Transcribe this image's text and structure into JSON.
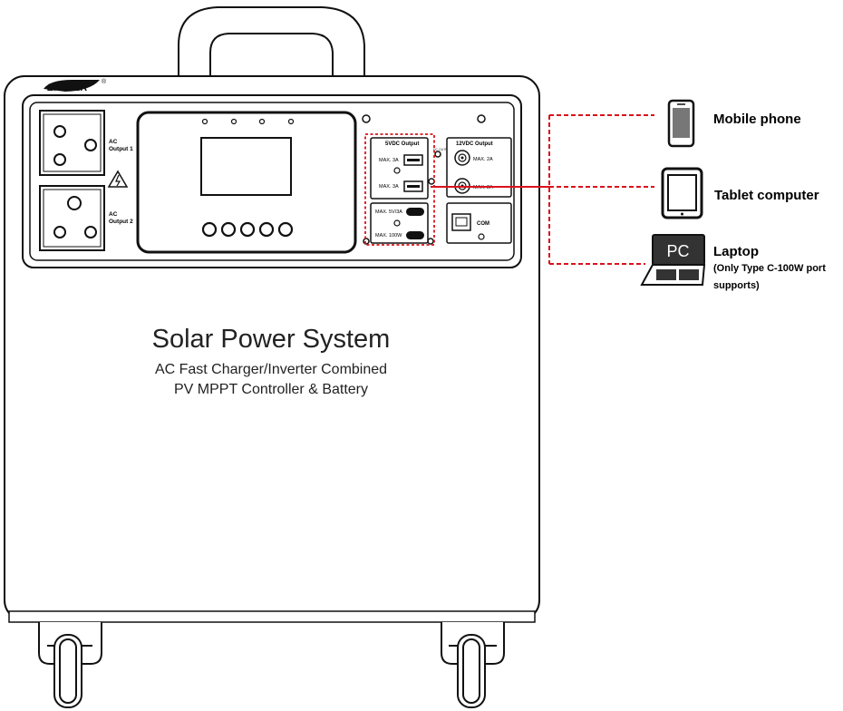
{
  "brand": "EPEVER",
  "brand_mark": "®",
  "device": {
    "title": "Solar Power System",
    "subtitle_line1": "AC Fast Charger/Inverter Combined",
    "subtitle_line2": "PV MPPT Controller & Battery"
  },
  "panel": {
    "ac_output_1": [
      "AC",
      "Output 1"
    ],
    "ac_output_2": [
      "AC",
      "Output 2"
    ],
    "vdc5_title": "5VDC Output",
    "usb_a1_label": "MAX. 3A",
    "usb_a2_label": "MAX. 3A",
    "typec1_label": "MAX. 5V/3A",
    "typec2_label": "MAX. 100W",
    "small_label": "DC OUTPUT",
    "vdc12_title": "12VDC Output",
    "dc1_label": "MAX. 2A",
    "dc2_label": "MAX. 2A",
    "com_label": "COM"
  },
  "devices": {
    "mobile": "Mobile phone",
    "tablet": "Tablet  computer",
    "laptop": "Laptop",
    "laptop_screen": "PC",
    "laptop_note_1": "(Only Type C-100W port",
    "laptop_note_2": "supports)"
  },
  "colors": {
    "outline": "#111111",
    "connector": "#d9121b",
    "device_fill": "#ffffff"
  }
}
